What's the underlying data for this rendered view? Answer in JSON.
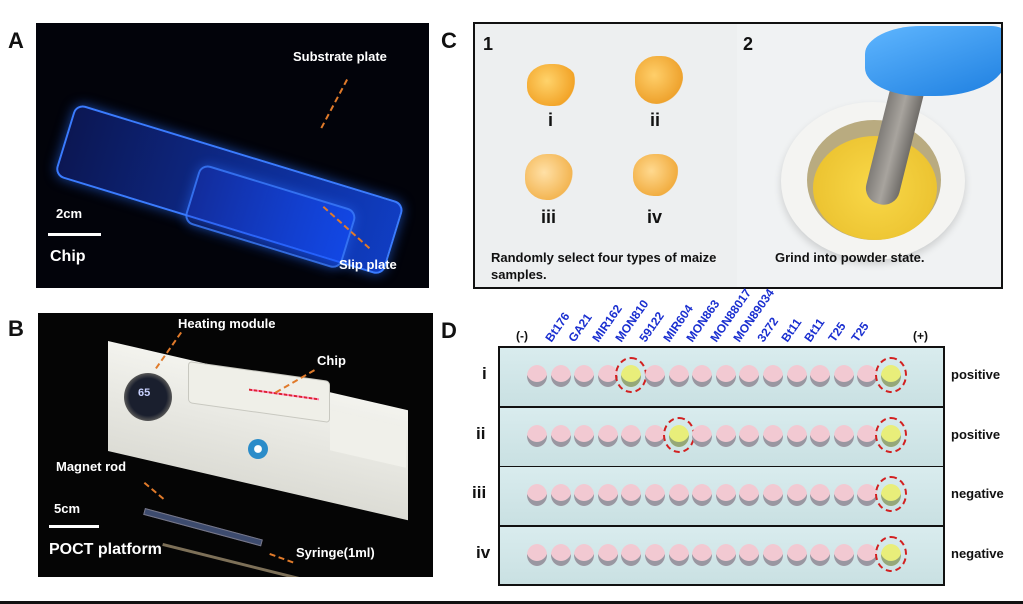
{
  "panels": {
    "A": {
      "label": "A",
      "annotations": {
        "substrate": "Substrate plate",
        "slip": "Slip plate"
      },
      "scale": "2cm",
      "caption": "Chip"
    },
    "B": {
      "label": "B",
      "annotations": {
        "heating": "Heating module",
        "chip": "Chip",
        "magnet": "Magnet rod",
        "syringe": "Syringe(1ml)"
      },
      "display_reading": "65",
      "scale": "5cm",
      "caption": "POCT platform"
    },
    "C": {
      "label": "C",
      "step1": {
        "number": "1",
        "samples": [
          "i",
          "ii",
          "iii",
          "iv"
        ],
        "caption": "Randomly select four types of maize samples."
      },
      "step2": {
        "number": "2",
        "caption": "Grind into powder state."
      }
    },
    "D": {
      "label": "D",
      "negative_control": "(-)",
      "positive_control": "(+)",
      "columns": [
        "Bt176",
        "GA21",
        "MIR162",
        "MON810",
        "59122",
        "MIR604",
        "MON863",
        "MON88017",
        "MON89034",
        "3272",
        "Bt11",
        "Bt11",
        "T25",
        "T25"
      ],
      "rows": [
        {
          "label": "i",
          "result": "positive",
          "positive_wells": [
            4,
            15
          ]
        },
        {
          "label": "ii",
          "result": "positive",
          "positive_wells": [
            6,
            15
          ]
        },
        {
          "label": "iii",
          "result": "negative",
          "positive_wells": [
            15
          ]
        },
        {
          "label": "iv",
          "result": "negative",
          "positive_wells": [
            15
          ]
        }
      ],
      "colors": {
        "label_blue": "#1a2fd0",
        "circle_red": "#d22020",
        "well_pink": "#f2c9d2",
        "well_yellow": "#e8ee7a"
      }
    }
  }
}
